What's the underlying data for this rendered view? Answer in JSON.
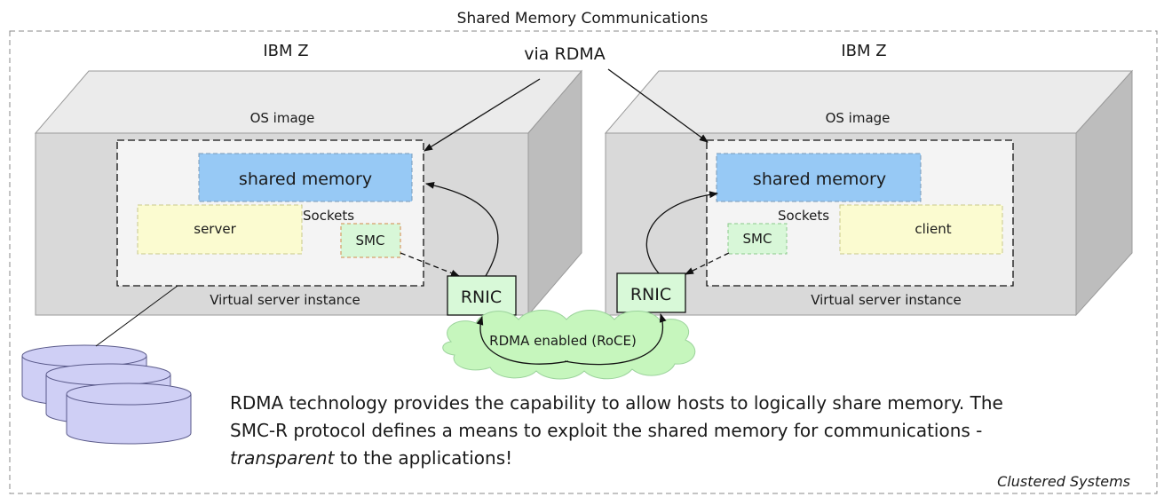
{
  "title": "Shared Memory Communications",
  "via_label": "via RDMA",
  "left_host": {
    "platform": "IBM Z",
    "os_label": "OS image",
    "memory_label": "shared memory",
    "app_label": "server",
    "sockets_label": "Sockets",
    "smc_label": "SMC",
    "instance_label": "Virtual server instance",
    "rnic_label": "RNIC"
  },
  "right_host": {
    "platform": "IBM Z",
    "os_label": "OS image",
    "memory_label": "shared memory",
    "app_label": "client",
    "sockets_label": "Sockets",
    "smc_label": "SMC",
    "instance_label": "Virtual server instance",
    "rnic_label": "RNIC"
  },
  "network_label": "RDMA enabled (RoCE)",
  "description": {
    "line1": "RDMA technology provides the capability to allow hosts to logically share memory.  The",
    "line2": "SMC-R protocol defines a means to exploit the shared memory for communications -",
    "line3_emphasis": "transparent",
    "line3_rest": " to the applications!"
  },
  "footer_label": "Clustered Systems",
  "colors": {
    "box_front": "#d9d9d9",
    "box_top": "#ebebeb",
    "box_side": "#bdbdbd",
    "instance_fill": "#f4f4f4",
    "memory_fill": "#97c9f5",
    "app_fill": "#fbfbd0",
    "smc_fill": "#d8f7d8",
    "rnic_fill": "#d8f9d8",
    "cloud_fill": "#c6f6bd",
    "disk_fill": "#cfcff5"
  }
}
